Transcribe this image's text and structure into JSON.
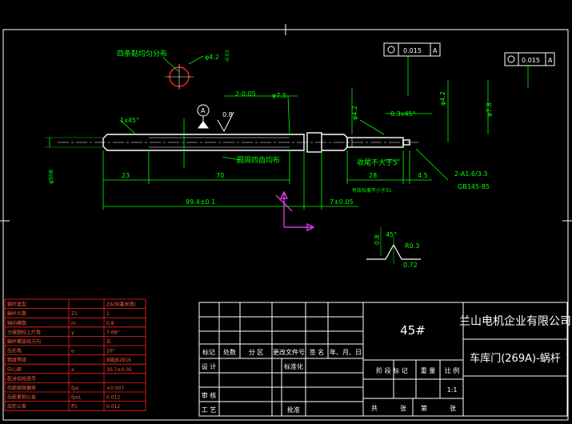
{
  "colors": {
    "background": "#000000",
    "frame": "#ffffff",
    "part": "#ffffff",
    "dimension": "#00ff00",
    "callout": "#00ff00",
    "table_grid": "#ff2020",
    "table_text": "#ff6040",
    "ucs": "#ff40ff",
    "circle": "#ff2020"
  },
  "annotations": {
    "thread_note": "四条黏均匀分布",
    "hole_note": "φ4.2",
    "chamfer": "1x45°",
    "groove_dim": "2-0.05",
    "groove_dim2": "φ7.5",
    "datum_label": "A",
    "roughness_main": "0.8",
    "knurl_note": "圆周四齿均布",
    "dia_left": "φ4.2",
    "chamfer_right": "0.3x45°",
    "shoulder_note": "收尾不大于5",
    "dia_right": "φ4.2",
    "dia_right2": "φ7.8",
    "geo_tol_left": "0.015",
    "geo_tol_left_ref": "A",
    "geo_tol_right": "0.015",
    "geo_tol_right_ref": "A",
    "dim_23": "23",
    "dim_70": "70",
    "dim_28": "28",
    "dim_4_5": "4.5",
    "dim_total": "99.4±0.1",
    "dim_7": "7±0.05",
    "thread_callout": "2-A1.6/3.3",
    "thread_std": "GB145-85",
    "under_note": "有效长度不小于31",
    "detail_angle": "45°",
    "detail_r": "R0.3",
    "detail_w": "0.72",
    "detail_h": "0.8",
    "tol_rotated": "-0.03",
    "vert_left": "φ5h8"
  },
  "param_table": {
    "header": [
      "蜗杆类型",
      "",
      "ZA(阿基米德)"
    ],
    "rows": [
      [
        "蜗杆头数",
        "Z1",
        "1"
      ],
      [
        "轴向模数",
        "m",
        "0.8"
      ],
      [
        "分度圆柱上升角",
        "γ",
        "7.68°"
      ],
      [
        "蜗杆螺旋线方向",
        "",
        "右"
      ],
      [
        "齿形角",
        "α",
        "20°"
      ],
      [
        "精度等级",
        "",
        "8级JB2816"
      ],
      [
        "中心距",
        "a",
        "30.7±0.05"
      ],
      [
        "配对齿轮图号",
        "",
        ""
      ],
      [
        "齿距极限偏差",
        "fpx",
        "±0.007"
      ],
      [
        "齿距累积公差",
        "fpxL",
        "0.012"
      ],
      [
        "齿形公差",
        "ff1",
        "0.012"
      ]
    ]
  },
  "title_block": {
    "material": "45#",
    "company": "兰山电机企业有限公司",
    "drawing_name": "车库门(269A)-蜗杆",
    "rev_headers": [
      "标记",
      "处数",
      "分 区",
      "更改文件号",
      "签 名",
      "年、月、日"
    ],
    "row_design": "设 计",
    "row_std": "标准化",
    "row_check": "审 核",
    "row_process": "工 艺",
    "row_approve": "批准",
    "stage_headers": [
      "阶 段 标 记",
      "重 量",
      "比 例"
    ],
    "scale": "1:1",
    "sheet_total": "共",
    "sheet_label": "张",
    "sheet_no": "第",
    "sheet_label2": "张"
  }
}
